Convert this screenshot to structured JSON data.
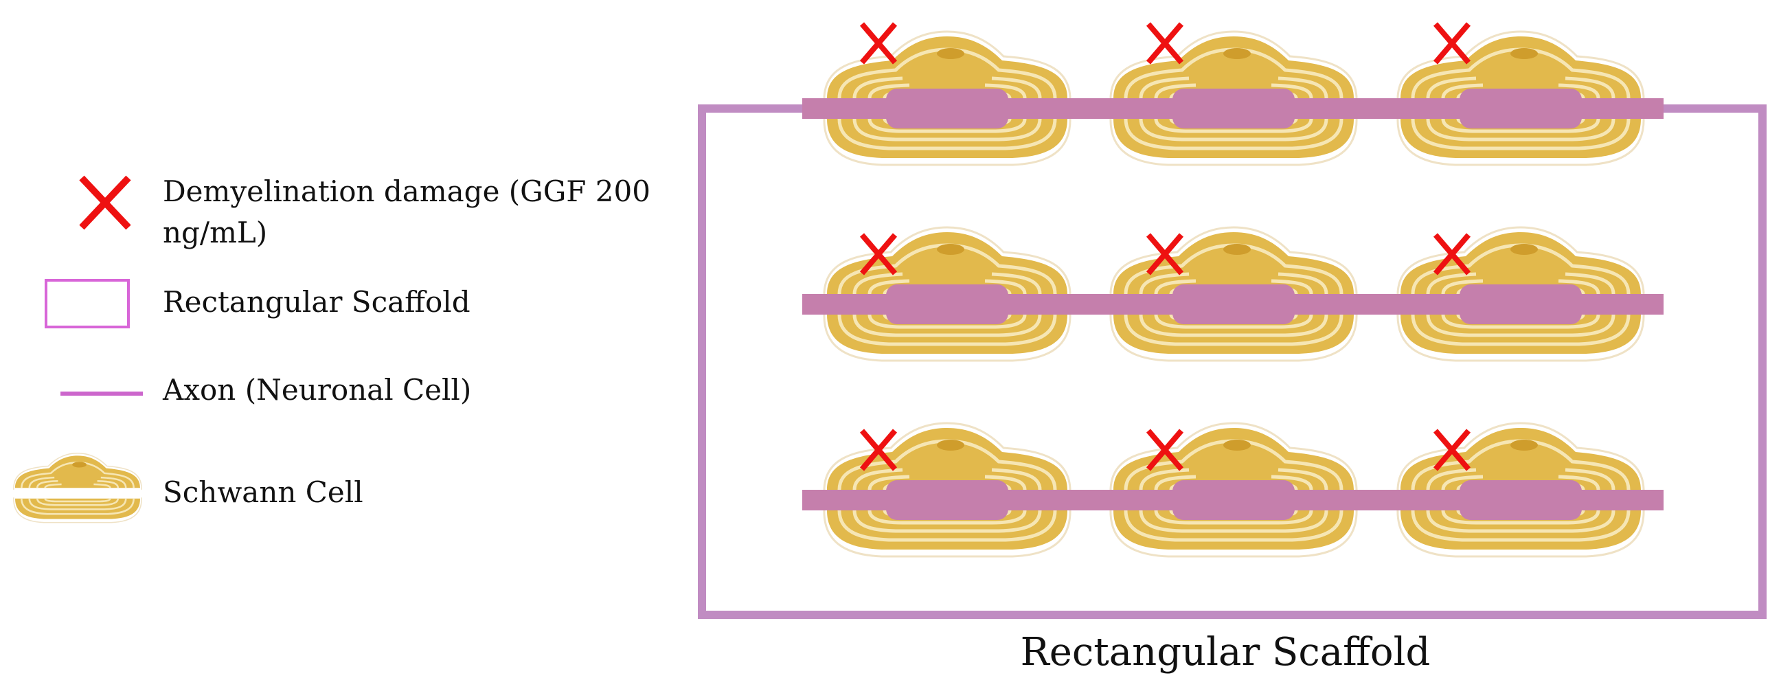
{
  "legend": {
    "damage_line1": "Demyelination damage (GGF 200",
    "damage_line2": "ng/mL)",
    "scaffold": "Rectangular Scaffold",
    "axon": "Axon (Neuronal Cell)",
    "schwann": "Schwann Cell"
  },
  "caption": "Rectangular Scaffold",
  "diagram": {
    "rows": 3,
    "cells_per_row": 3,
    "damage_marks_per_cell": 1
  },
  "colors": {
    "damage": "#ee1111",
    "scaffold": "#c08cc2",
    "legend_scaffold": "#d866d8",
    "axon": "#c57fac",
    "legend_axon": "#cc66cc",
    "schwann": "#e2b94c",
    "schwann_light": "#f6e6b4",
    "schwann_nucleus": "#cf9d2c"
  },
  "icons": {
    "damage": "cross-mark-icon",
    "scaffold": "rectangle-outline-icon",
    "axon": "line-icon",
    "schwann": "schwann-cell-icon"
  }
}
